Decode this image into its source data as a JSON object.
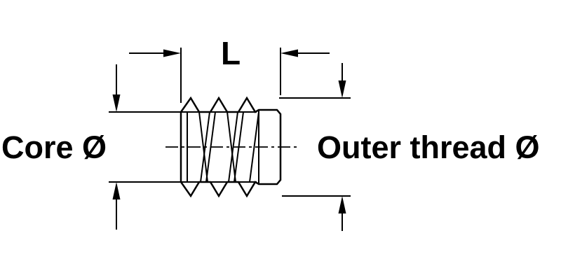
{
  "labels": {
    "length": "L",
    "core_diameter": "Core Ø",
    "outer_thread_diameter": "Outer thread Ø"
  },
  "colors": {
    "line": "#000000",
    "background": "#ffffff"
  }
}
